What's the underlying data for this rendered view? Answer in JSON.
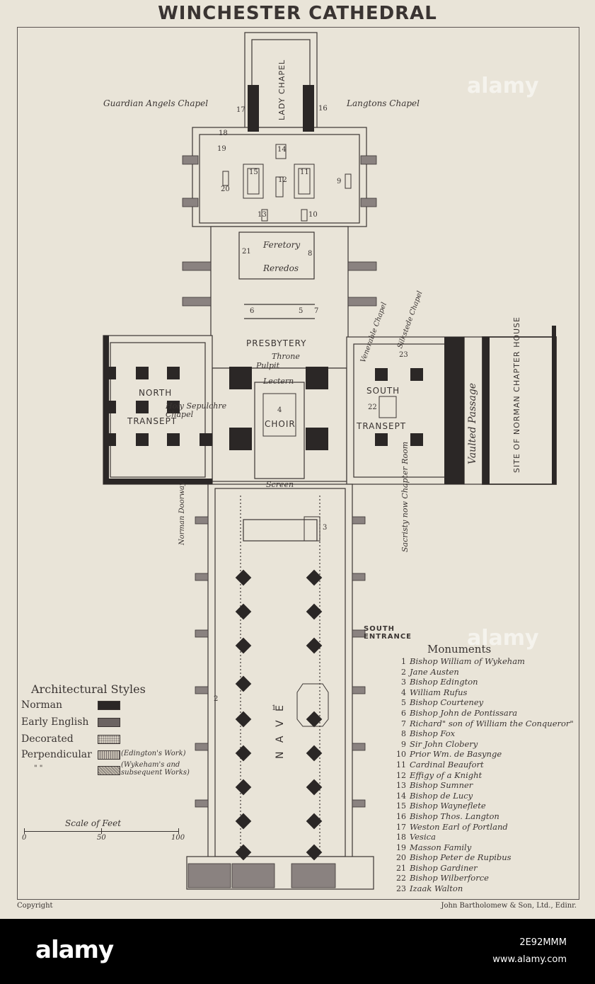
{
  "title": "WINCHESTER CATHEDRAL",
  "map_labels": {
    "guardian_angels_chapel": "Guardian Angels Chapel",
    "langtons_chapel": "Langtons Chapel",
    "lady_chapel": "LADY CHAPEL",
    "feretory": "Feretory",
    "reredos": "Reredos",
    "presbytery": "PRESBYTERY",
    "throne": "Throne",
    "pulpit": "Pulpit",
    "lectern": "Lectern",
    "holy_sepulchre_chapel": "Holy Sepulchre Chapel",
    "choir": "CHOIR",
    "screen": "Screen",
    "north_transept_1": "NORTH",
    "north_transept_2": "TRANSEPT",
    "south_transept_1": "SOUTH",
    "south_transept_2": "TRANSEPT",
    "venerable_chapel": "Venerable Chapel",
    "silkstede_chapel": "Silkstede Chapel",
    "vaulted_passage": "Vaulted Passage",
    "norman_chapter_house": "SITE OF NORMAN CHAPTER HOUSE",
    "sacristy": "Sacristy now Chapter Room",
    "norman_doorway": "Norman Doorway",
    "south_entrance_1": "SOUTH",
    "south_entrance_2": "ENTRANCE",
    "nave": "N A V E"
  },
  "monument_markers": [
    "1",
    "2",
    "3",
    "4",
    "5",
    "6",
    "7",
    "8",
    "9",
    "10",
    "11",
    "12",
    "13",
    "14",
    "15",
    "16",
    "17",
    "18",
    "19",
    "20",
    "21",
    "22",
    "23"
  ],
  "legend": {
    "title": "Architectural Styles",
    "styles": [
      {
        "label": "Norman",
        "note": "",
        "color": "#2b2726"
      },
      {
        "label": "Early English",
        "note": "",
        "color": "#6b6361"
      },
      {
        "label": "Decorated",
        "note": "",
        "color": "#d8d2c4"
      },
      {
        "label": "Perpendicular",
        "note": "(Edington's Work)",
        "color": "#c8c1b4"
      },
      {
        "label": "\"          \"",
        "note": "(Wykeham's and subsequent Works)",
        "color": "#bdb6a8"
      }
    ]
  },
  "scale": {
    "title": "Scale of Feet",
    "ticks": [
      "0",
      "50",
      "100"
    ]
  },
  "monuments": {
    "title": "Monuments",
    "items": [
      {
        "n": "1",
        "name": "Bishop William of Wykeham"
      },
      {
        "n": "2",
        "name": "Jane Austen"
      },
      {
        "n": "3",
        "name": "Bishop Edington"
      },
      {
        "n": "4",
        "name": "William Rufus"
      },
      {
        "n": "5",
        "name": "Bishop Courteney"
      },
      {
        "n": "6",
        "name": "Bishop John de Pontissara"
      },
      {
        "n": "7",
        "name": "Richard\" son of William the Conqueror\""
      },
      {
        "n": "8",
        "name": "Bishop Fox"
      },
      {
        "n": "9",
        "name": "Sir John Clobery"
      },
      {
        "n": "10",
        "name": "Prior Wm. de Basynge"
      },
      {
        "n": "11",
        "name": "Cardinal Beaufort"
      },
      {
        "n": "12",
        "name": "Effigy of a Knight"
      },
      {
        "n": "13",
        "name": "Bishop Sumner"
      },
      {
        "n": "14",
        "name": "Bishop de Lucy"
      },
      {
        "n": "15",
        "name": "Bishop Wayneflete"
      },
      {
        "n": "16",
        "name": "Bishop Thos. Langton"
      },
      {
        "n": "17",
        "name": "Weston Earl of Portland"
      },
      {
        "n": "18",
        "name": "Vesica"
      },
      {
        "n": "19",
        "name": "Masson Family"
      },
      {
        "n": "20",
        "name": "Bishop Peter de Rupibus"
      },
      {
        "n": "21",
        "name": "Bishop Gardiner"
      },
      {
        "n": "22",
        "name": "Bishop Wilberforce"
      },
      {
        "n": "23",
        "name": "Izaak Walton"
      }
    ]
  },
  "footer": {
    "left": "Copyright",
    "right": "John Bartholomew & Son, Ltd., Edinr."
  },
  "stock_bar": {
    "logo": "alamy",
    "id": "2E92MMM",
    "url": "www.alamy.com"
  },
  "watermark": "alamy",
  "colors": {
    "paper": "#e9e4d8",
    "ink": "#3a3432",
    "norman": "#2b2726",
    "wall_fill": "#8a8280"
  }
}
